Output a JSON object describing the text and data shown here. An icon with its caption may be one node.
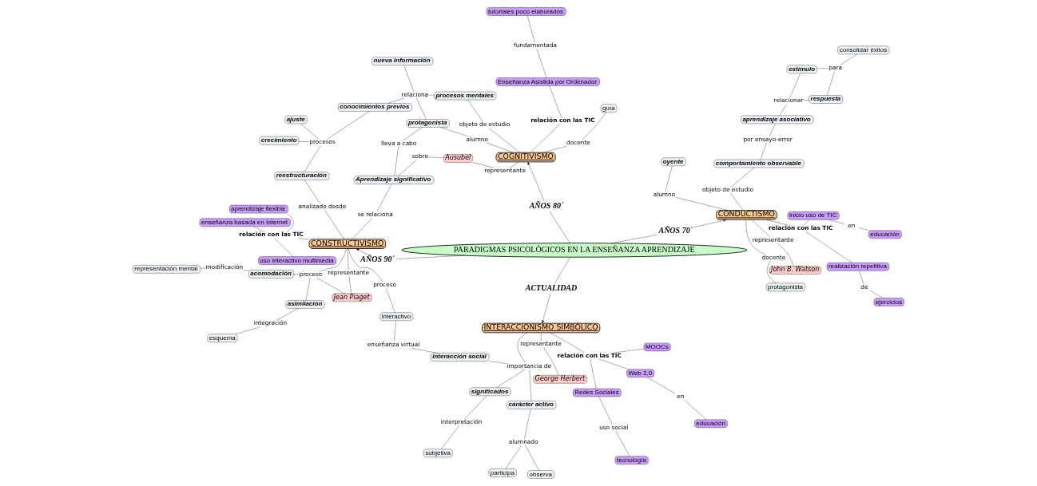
{
  "diagram": {
    "nodes": [
      {
        "text": [
          "PARADIGMAS PSICOLÓGICOS EN LA ENSEÑANZA APRENDIZAJE"
        ]
      },
      {
        "text": [
          "AÑOS 70´"
        ]
      },
      {
        "text": [
          "AÑOS 80´"
        ]
      },
      {
        "text": [
          "ACTUALIDAD"
        ]
      },
      {
        "text": [
          "AÑOS 90´"
        ]
      },
      {
        "text": [
          "CONDUCTISMO"
        ]
      },
      {
        "text": [
          "COGNITIVISMO"
        ]
      },
      {
        "text": [
          "INTERACCIONISMO SIMBÓLICO"
        ]
      },
      {
        "text": [
          "CONSTRUCTIVISMO"
        ]
      },
      {
        "text": [
          "representante"
        ]
      },
      {
        "text": [
          "John B. Watson"
        ]
      },
      {
        "text": [
          "objeto de estudio"
        ]
      },
      {
        "text": [
          "comportamiento observable"
        ]
      },
      {
        "text": [
          "por ensayo-error"
        ]
      },
      {
        "text": [
          "aprendizaje asociativo"
        ]
      },
      {
        "text": [
          "relacionar"
        ]
      },
      {
        "text": [
          "estímulo"
        ]
      },
      {
        "text": [
          "respuesta"
        ]
      },
      {
        "text": [
          "para"
        ]
      },
      {
        "text": [
          "consolidar éxitos"
        ]
      },
      {
        "text": [
          "docente"
        ]
      },
      {
        "text": [
          "protagonista"
        ]
      },
      {
        "text": [
          "alumno"
        ]
      },
      {
        "text": [
          "oyente"
        ]
      },
      {
        "text": [
          "relación con las TIC"
        ]
      },
      {
        "text": [
          "realización repetitiva"
        ]
      },
      {
        "text": [
          "inicio uso de TIC"
        ]
      },
      {
        "text": [
          "de"
        ]
      },
      {
        "text": [
          "ejercicios"
        ]
      },
      {
        "text": [
          "en"
        ]
      },
      {
        "text": [
          "educación"
        ]
      },
      {
        "text": [
          "relación con las TIC"
        ]
      },
      {
        "text": [
          "Enseñanza Asistida por Ordenador"
        ]
      },
      {
        "text": [
          "fundamentada"
        ]
      },
      {
        "text": [
          "tutoriales poco elaborados"
        ]
      },
      {
        "text": [
          "alumno"
        ]
      },
      {
        "text": [
          "protagonista"
        ]
      },
      {
        "text": [
          "docente"
        ]
      },
      {
        "text": [
          "guía"
        ]
      },
      {
        "text": [
          "objeto de estudio"
        ]
      },
      {
        "text": [
          "procesos mentales"
        ]
      },
      {
        "text": [
          "representante"
        ]
      },
      {
        "text": [
          "Ausubel"
        ]
      },
      {
        "text": [
          "relaciona"
        ]
      },
      {
        "text": [
          "conocimientos previos"
        ]
      },
      {
        "text": [
          "nueva información"
        ]
      },
      {
        "text": [
          "lleva a cabo"
        ]
      },
      {
        "text": [
          "sobre"
        ]
      },
      {
        "text": [
          "Aprendizaje significativo"
        ]
      },
      {
        "text": [
          "procesos"
        ]
      },
      {
        "text": [
          "crecimiento"
        ]
      },
      {
        "text": [
          "ajuste"
        ]
      },
      {
        "text": [
          "reestructuración"
        ]
      },
      {
        "text": [
          "analizado desde"
        ]
      },
      {
        "text": [
          "se relaciona"
        ]
      },
      {
        "text": [
          "representante"
        ]
      },
      {
        "text": [
          "George Herbert"
        ]
      },
      {
        "text": [
          "importancia de"
        ]
      },
      {
        "text": [
          "significados"
        ]
      },
      {
        "text": [
          "interpretación"
        ]
      },
      {
        "text": [
          "subjetiva"
        ]
      },
      {
        "text": [
          "carácter activo"
        ]
      },
      {
        "text": [
          "alumnado"
        ]
      },
      {
        "text": [
          "observa"
        ]
      },
      {
        "text": [
          "participa"
        ]
      },
      {
        "text": [
          "interacción social"
        ]
      },
      {
        "text": [
          "relación con las TIC"
        ]
      },
      {
        "text": [
          "Web 2.0"
        ]
      },
      {
        "text": [
          "Redes Sociales"
        ]
      },
      {
        "text": [
          "MOOCs"
        ]
      },
      {
        "text": [
          "en"
        ]
      },
      {
        "text": [
          "educación"
        ]
      },
      {
        "text": [
          "uso social"
        ]
      },
      {
        "text": [
          "tecnología"
        ]
      },
      {
        "text": [
          "proceso"
        ]
      },
      {
        "text": [
          "interactivo"
        ]
      },
      {
        "text": [
          "enseñanza virtual"
        ]
      },
      {
        "text": [
          "representante"
        ]
      },
      {
        "text": [
          "Jean Piaget"
        ]
      },
      {
        "text": [
          "proceso"
        ]
      },
      {
        "text": [
          "asimilación"
        ]
      },
      {
        "text": [
          "acomodación"
        ]
      },
      {
        "text": [
          "integración"
        ]
      },
      {
        "text": [
          "esquema"
        ]
      },
      {
        "text": [
          "modificación"
        ]
      },
      {
        "text": [
          "representación mental"
        ]
      },
      {
        "text": [
          "relación con las TIC"
        ]
      },
      {
        "text": [
          "enseñanza basada en Internet"
        ]
      },
      {
        "text": [
          "aprendizaje flexible"
        ]
      },
      {
        "text": [
          "uso interactivo multimedia"
        ]
      }
    ],
    "edges": [
      {
        "from": 0,
        "to": 1,
        "arrow": "none"
      },
      {
        "from": 0,
        "to": 2,
        "arrow": "none"
      },
      {
        "from": 0,
        "to": 3,
        "arrow": "none"
      },
      {
        "from": 0,
        "to": 4,
        "arrow": "none"
      },
      {
        "from": 1,
        "to": 5,
        "arrow": "to"
      },
      {
        "from": 2,
        "to": 6,
        "arrow": "to"
      },
      {
        "from": 3,
        "to": 7,
        "arrow": "to"
      },
      {
        "from": 4,
        "to": 8,
        "arrow": "to"
      },
      {
        "from": 5,
        "to": 9,
        "arrow": "none"
      },
      {
        "from": 9,
        "to": 10,
        "arrow": "none"
      },
      {
        "from": 5,
        "to": 11,
        "arrow": "none"
      },
      {
        "from": 11,
        "to": 12,
        "arrow": "none"
      },
      {
        "from": 12,
        "to": 13,
        "arrow": "none"
      },
      {
        "from": 13,
        "to": 14,
        "arrow": "none"
      },
      {
        "from": 14,
        "to": 15,
        "arrow": "none"
      },
      {
        "from": 15,
        "to": 16,
        "arrow": "none"
      },
      {
        "from": 15,
        "to": 17,
        "arrow": "none"
      },
      {
        "from": 16,
        "to": 18,
        "arrow": "none"
      },
      {
        "from": 17,
        "to": 18,
        "arrow": "none"
      },
      {
        "from": 18,
        "to": 19,
        "arrow": "none"
      },
      {
        "from": 5,
        "to": 20,
        "arrow": "none"
      },
      {
        "from": 20,
        "to": 21,
        "arrow": "none"
      },
      {
        "from": 5,
        "to": 22,
        "arrow": "none"
      },
      {
        "from": 22,
        "to": 23,
        "arrow": "none"
      },
      {
        "from": 5,
        "to": 24,
        "arrow": "none"
      },
      {
        "from": 24,
        "to": 25,
        "arrow": "none"
      },
      {
        "from": 24,
        "to": 26,
        "arrow": "none"
      },
      {
        "from": 25,
        "to": 27,
        "arrow": "none"
      },
      {
        "from": 27,
        "to": 28,
        "arrow": "none"
      },
      {
        "from": 26,
        "to": 29,
        "arrow": "none"
      },
      {
        "from": 29,
        "to": 30,
        "arrow": "none"
      },
      {
        "from": 6,
        "to": 31,
        "arrow": "none"
      },
      {
        "from": 31,
        "to": 32,
        "arrow": "none"
      },
      {
        "from": 32,
        "to": 33,
        "arrow": "none"
      },
      {
        "from": 33,
        "to": 34,
        "arrow": "none"
      },
      {
        "from": 6,
        "to": 35,
        "arrow": "none"
      },
      {
        "from": 35,
        "to": 36,
        "arrow": "none"
      },
      {
        "from": 6,
        "to": 37,
        "arrow": "none"
      },
      {
        "from": 37,
        "to": 38,
        "arrow": "none"
      },
      {
        "from": 6,
        "to": 39,
        "arrow": "none"
      },
      {
        "from": 39,
        "to": 40,
        "arrow": "none"
      },
      {
        "from": 6,
        "to": 41,
        "arrow": "none"
      },
      {
        "from": 41,
        "to": 42,
        "arrow": "none"
      },
      {
        "from": 36,
        "to": 43,
        "arrow": "none"
      },
      {
        "from": 40,
        "to": 43,
        "arrow": "none"
      },
      {
        "from": 43,
        "to": 44,
        "arrow": "none"
      },
      {
        "from": 43,
        "to": 45,
        "arrow": "none"
      },
      {
        "from": 36,
        "to": 46,
        "arrow": "none"
      },
      {
        "from": 46,
        "to": 48,
        "arrow": "none"
      },
      {
        "from": 42,
        "to": 47,
        "arrow": "none"
      },
      {
        "from": 47,
        "to": 48,
        "arrow": "none"
      },
      {
        "from": 44,
        "to": 49,
        "arrow": "none"
      },
      {
        "from": 49,
        "to": 50,
        "arrow": "none"
      },
      {
        "from": 49,
        "to": 51,
        "arrow": "none"
      },
      {
        "from": 49,
        "to": 52,
        "arrow": "none"
      },
      {
        "from": 52,
        "to": 53,
        "arrow": "none"
      },
      {
        "from": 53,
        "to": 8,
        "arrow": "none"
      },
      {
        "from": 48,
        "to": 54,
        "arrow": "none"
      },
      {
        "from": 54,
        "to": 8,
        "arrow": "none"
      },
      {
        "from": 7,
        "to": 55,
        "arrow": "none"
      },
      {
        "from": 55,
        "to": 56,
        "arrow": "none"
      },
      {
        "from": 7,
        "to": 57,
        "arrow": "none"
      },
      {
        "from": 57,
        "to": 58,
        "arrow": "none"
      },
      {
        "from": 57,
        "to": 61,
        "arrow": "none"
      },
      {
        "from": 57,
        "to": 65,
        "arrow": "none"
      },
      {
        "from": 58,
        "to": 59,
        "arrow": "none"
      },
      {
        "from": 59,
        "to": 60,
        "arrow": "none"
      },
      {
        "from": 61,
        "to": 62,
        "arrow": "none"
      },
      {
        "from": 62,
        "to": 63,
        "arrow": "none"
      },
      {
        "from": 62,
        "to": 64,
        "arrow": "none"
      },
      {
        "from": 7,
        "to": 66,
        "arrow": "none"
      },
      {
        "from": 66,
        "to": 67,
        "arrow": "none"
      },
      {
        "from": 66,
        "to": 68,
        "arrow": "none"
      },
      {
        "from": 66,
        "to": 69,
        "arrow": "none"
      },
      {
        "from": 67,
        "to": 70,
        "arrow": "none"
      },
      {
        "from": 70,
        "to": 71,
        "arrow": "none"
      },
      {
        "from": 68,
        "to": 72,
        "arrow": "none"
      },
      {
        "from": 72,
        "to": 73,
        "arrow": "none"
      },
      {
        "from": 8,
        "to": 74,
        "arrow": "none"
      },
      {
        "from": 74,
        "to": 75,
        "arrow": "none"
      },
      {
        "from": 75,
        "to": 76,
        "arrow": "none"
      },
      {
        "from": 76,
        "to": 65,
        "arrow": "none"
      },
      {
        "from": 8,
        "to": 77,
        "arrow": "none"
      },
      {
        "from": 77,
        "to": 78,
        "arrow": "none"
      },
      {
        "from": 8,
        "to": 79,
        "arrow": "none"
      },
      {
        "from": 78,
        "to": 79,
        "arrow": "none"
      },
      {
        "from": 79,
        "to": 80,
        "arrow": "none"
      },
      {
        "from": 79,
        "to": 81,
        "arrow": "none"
      },
      {
        "from": 80,
        "to": 82,
        "arrow": "none"
      },
      {
        "from": 82,
        "to": 83,
        "arrow": "none"
      },
      {
        "from": 81,
        "to": 84,
        "arrow": "none"
      },
      {
        "from": 84,
        "to": 85,
        "arrow": "none"
      },
      {
        "from": 8,
        "to": 86,
        "arrow": "none"
      },
      {
        "from": 86,
        "to": 87,
        "arrow": "none"
      },
      {
        "from": 86,
        "to": 88,
        "arrow": "none"
      },
      {
        "from": 86,
        "to": 89,
        "arrow": "none"
      }
    ]
  }
}
